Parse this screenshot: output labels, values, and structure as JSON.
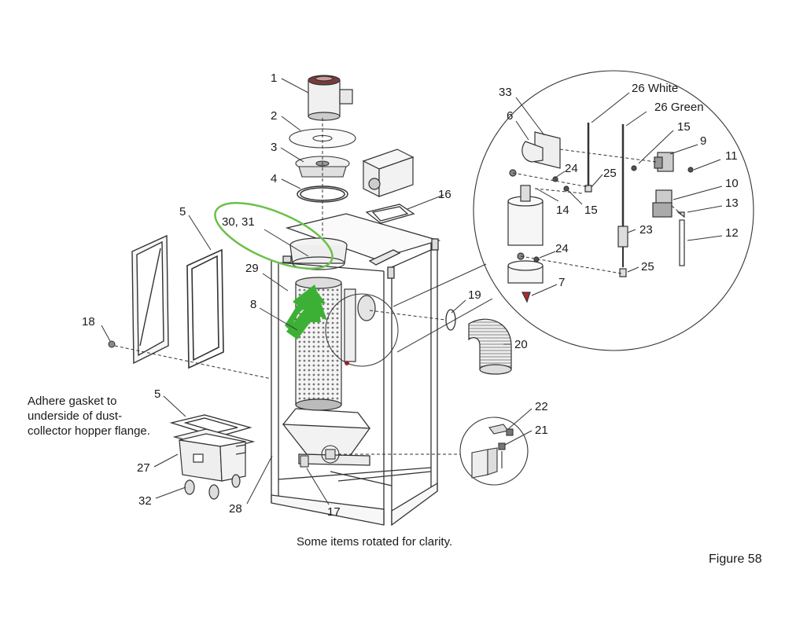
{
  "callouts": {
    "c1": "1",
    "c2": "2",
    "c3": "3",
    "c4": "4",
    "c5a": "5",
    "c5b": "5",
    "c6": "6",
    "c7": "7",
    "c8": "8",
    "c9": "9",
    "c10": "10",
    "c11": "11",
    "c12": "12",
    "c13": "13",
    "c14": "14",
    "c15a": "15",
    "c15b": "15",
    "c16": "16",
    "c17": "17",
    "c18": "18",
    "c19": "19",
    "c20": "20",
    "c21": "21",
    "c22": "22",
    "c23": "23",
    "c24a": "24",
    "c24b": "24",
    "c25a": "25",
    "c25b": "25",
    "c26w": "26 White",
    "c26g": "26 Green",
    "c27": "27",
    "c28": "28",
    "c29": "29",
    "c3031": "30, 31",
    "c32": "32",
    "c33": "33"
  },
  "notes": {
    "gasket_line1": "Adhere gasket to",
    "gasket_line2": "underside of dust-",
    "gasket_line3": "collector hopper flange.",
    "rotated": "Some items rotated for clarity.",
    "figure": "Figure 58"
  },
  "colors": {
    "line": "#333333",
    "highlight_ellipse": "#6cc04a",
    "highlight_arrow": "#3cb034",
    "motor_cap": "#7a3a3a",
    "valve_tip": "#b02a2a"
  }
}
